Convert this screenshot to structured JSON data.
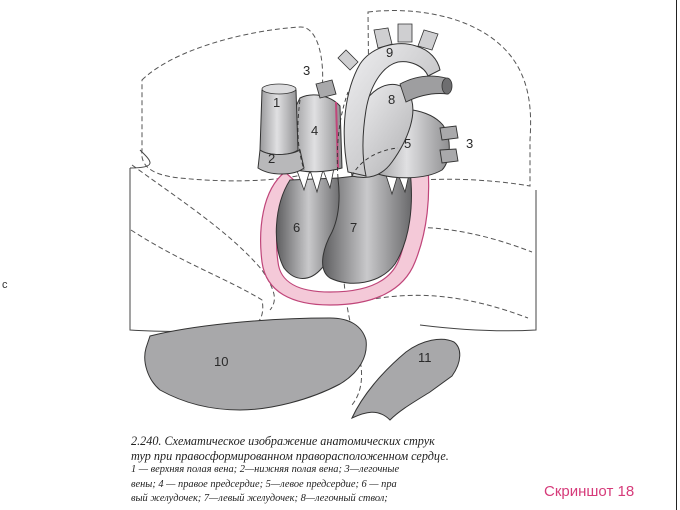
{
  "caption": {
    "line1": "2.240. Схематическое изображение анатомических струк",
    "line2": "тур при правосформированном праворасположенном сердце.",
    "line3": "1 — верхняя полая вена; 2—нижняя полая вена; 3—легочные",
    "line4": "вены; 4 — правое предсердие; 5—левое предсердие; 6 — пра",
    "line5": "вый желудочек; 7—левый желудочек; 8—легочный ствол;"
  },
  "labels": {
    "n1": "1",
    "n2": "2",
    "n3a": "3",
    "n3b": "3",
    "n4": "4",
    "n5": "5",
    "n6": "6",
    "n7": "7",
    "n8": "8",
    "n9": "9",
    "n10": "10",
    "n11": "11"
  },
  "side_mark": "c",
  "screenshot_label": "Скриншот 18",
  "colors": {
    "organ_gray": "#a9a9ab",
    "dark_gray": "#6e6e70",
    "light_gray": "#d8d8da",
    "pericardium_pink": "#f4c9d8",
    "pink_stroke": "#c0467a",
    "label_pink": "#d63b7a"
  }
}
